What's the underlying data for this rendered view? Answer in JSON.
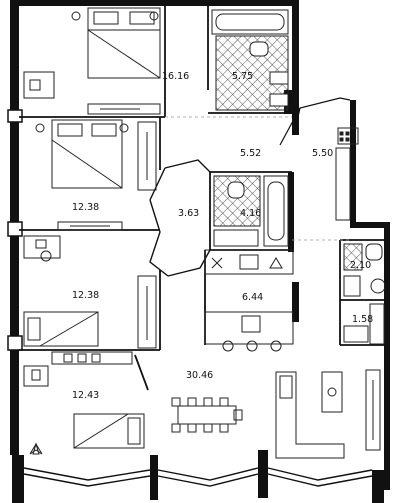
{
  "plan": {
    "rooms": [
      {
        "id": "bedroom-1",
        "label": "16.16"
      },
      {
        "id": "bathroom-1",
        "label": "5.75"
      },
      {
        "id": "hall-1",
        "label": "5.52"
      },
      {
        "id": "entrance",
        "label": "5.50"
      },
      {
        "id": "bedroom-2",
        "label": "12.38"
      },
      {
        "id": "closet-1",
        "label": "3.63"
      },
      {
        "id": "bathroom-2",
        "label": "4.16"
      },
      {
        "id": "bedroom-3",
        "label": "12.38"
      },
      {
        "id": "kitchen-zone",
        "label": "6.44"
      },
      {
        "id": "bathroom-3",
        "label": "2.10"
      },
      {
        "id": "storage",
        "label": "1.58"
      },
      {
        "id": "bedroom-4",
        "label": "12.43"
      },
      {
        "id": "living-room",
        "label": "30.46"
      }
    ],
    "colors": {
      "wall": "#111111",
      "hatch": "#333333",
      "dashed": "#9a9a9a",
      "line": "#222222",
      "background": "#ffffff"
    }
  }
}
